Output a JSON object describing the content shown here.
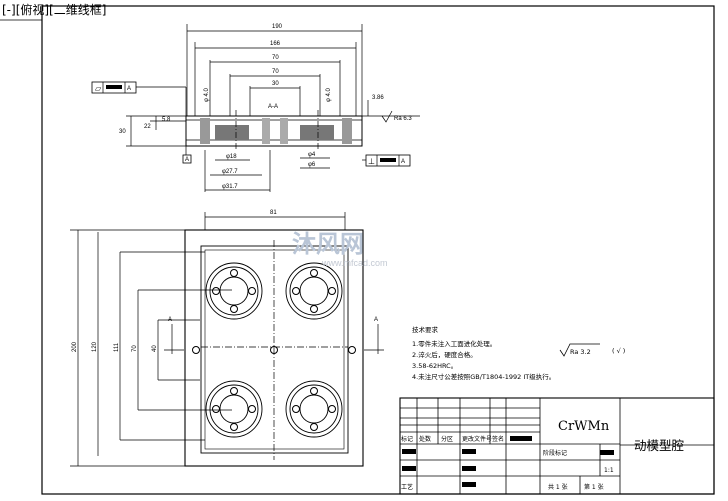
{
  "viewport": {
    "label": "[-][俯视][二维线框]"
  },
  "section_view": {
    "label": "A-A",
    "dims_top": [
      "190",
      "166",
      "70",
      "70",
      "30"
    ],
    "dims_left": [
      "5.8",
      "22",
      "30"
    ],
    "dims_bottom": [
      "φ18",
      "φ4",
      "φ6",
      "φ27.7",
      "φ31.7"
    ],
    "left_angle": "φ 4.0",
    "right_angle": "φ 4.0",
    "right_dim": "3.86",
    "roughness": "Ra 6.3",
    "datum": "A",
    "flatness_ref": "A",
    "perp_ref": "A"
  },
  "plan_view": {
    "dim_top": "81",
    "dims_left": [
      "200",
      "120",
      "111",
      "70",
      "40"
    ],
    "section_mark": "A"
  },
  "notes": {
    "title": "技术要求",
    "items": [
      "1.零件未注入工面进化处理。",
      "2.淬火后，硬度合格。",
      "3.58-62HRC。",
      "4.未注尺寸公差按照GB/T1804-1992 IT级执行。"
    ],
    "roughness": "Ra 3.2",
    "roughness_suffix": "( √ )"
  },
  "title_block": {
    "material": "CrWMn",
    "part_name": "动模型腔",
    "header_cells": [
      "标记",
      "处数",
      "分区",
      "更改文件号",
      "签名"
    ],
    "stage_label": "阶段标记",
    "scale": "1:1",
    "process_label": "工艺",
    "sheets": "共 1 张",
    "sheet_no": "第 1 张"
  },
  "watermark": {
    "text": "沐风网",
    "url": "www.mfcad.com"
  }
}
